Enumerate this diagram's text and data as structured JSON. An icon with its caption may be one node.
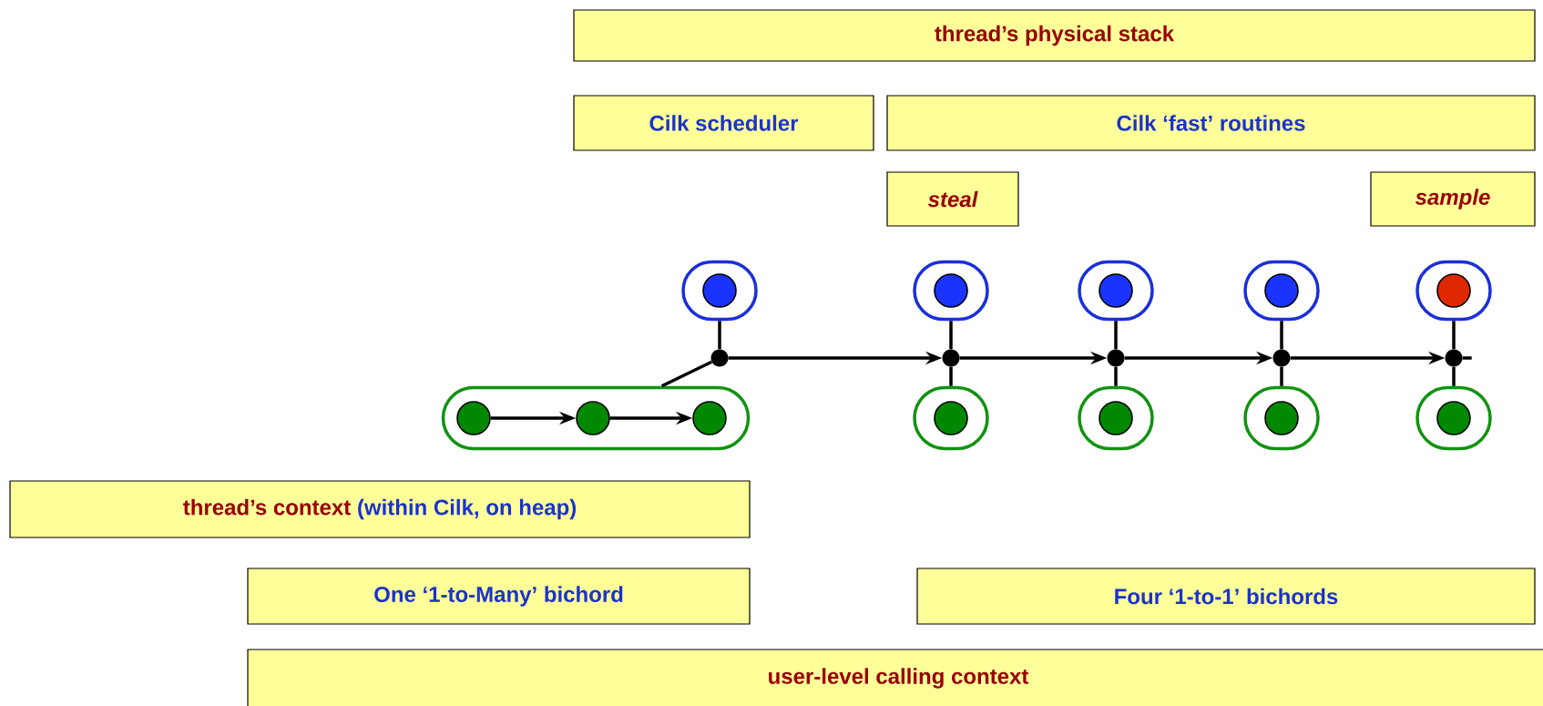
{
  "diagram": {
    "nodes": [
      {
        "text": [
          "thread’s physical stack"
        ]
      },
      {
        "text": [
          "Cilk scheduler"
        ]
      },
      {
        "text": [
          "Cilk ‘fast’ routines"
        ]
      },
      {
        "text": [
          "steal"
        ]
      },
      {
        "text": [
          "sample"
        ]
      },
      {
        "text": [],
        "shape": "box"
      },
      {
        "text": [],
        "shape": "circle",
        "in": 5
      },
      {
        "text": [],
        "shape": "box"
      },
      {
        "text": [],
        "shape": "circle",
        "in": 7
      },
      {
        "text": [],
        "shape": "box"
      },
      {
        "text": [],
        "shape": "circle",
        "in": 9
      },
      {
        "text": [],
        "shape": "box"
      },
      {
        "text": [],
        "shape": "circle",
        "in": 11
      },
      {
        "text": [],
        "shape": "box"
      },
      {
        "text": [],
        "shape": "circle",
        "in": 13
      },
      {
        "text": [],
        "shape": "circle"
      },
      {
        "text": [],
        "shape": "circle"
      },
      {
        "text": [],
        "shape": "circle"
      },
      {
        "text": [],
        "shape": "circle"
      },
      {
        "text": [],
        "shape": "circle"
      },
      {
        "text": [],
        "shape": "box"
      },
      {
        "text": [],
        "shape": "circle",
        "in": 20
      },
      {
        "text": [],
        "shape": "circle",
        "in": 20
      },
      {
        "text": [],
        "shape": "circle",
        "in": 20
      },
      {
        "text": [],
        "shape": "box"
      },
      {
        "text": [],
        "shape": "circle",
        "in": 24
      },
      {
        "text": [],
        "shape": "box"
      },
      {
        "text": [],
        "shape": "circle",
        "in": 26
      },
      {
        "text": [],
        "shape": "box"
      },
      {
        "text": [],
        "shape": "circle",
        "in": 28
      },
      {
        "text": [],
        "shape": "box"
      },
      {
        "text": [],
        "shape": "circle",
        "in": 30
      },
      {
        "text": [
          "thread’s context",
          "(within Cilk, on heap)"
        ]
      },
      {
        "text": [
          "One ‘1-to-Many’ bichord"
        ]
      },
      {
        "text": [
          "Four ‘1-to-1’ bichords"
        ]
      },
      {
        "text": [
          "user-level calling context"
        ]
      }
    ],
    "edges": [
      {
        "from": 5,
        "to": 15,
        "arrow": "none"
      },
      {
        "from": 15,
        "to": 20,
        "arrow": "none"
      },
      {
        "from": 7,
        "to": 16,
        "arrow": "none"
      },
      {
        "from": 16,
        "to": 24,
        "arrow": "none"
      },
      {
        "from": 9,
        "to": 17,
        "arrow": "none"
      },
      {
        "from": 17,
        "to": 26,
        "arrow": "none"
      },
      {
        "from": 11,
        "to": 18,
        "arrow": "none"
      },
      {
        "from": 18,
        "to": 28,
        "arrow": "none"
      },
      {
        "from": 13,
        "to": 19,
        "arrow": "none"
      },
      {
        "from": 19,
        "to": 30,
        "arrow": "none"
      },
      {
        "from": 15,
        "to": 16,
        "arrow": "to"
      },
      {
        "from": 16,
        "to": 17,
        "arrow": "to"
      },
      {
        "from": 17,
        "to": 18,
        "arrow": "to"
      },
      {
        "from": 18,
        "to": 19,
        "arrow": "to"
      },
      {
        "from": 19,
        "to": null,
        "arrow": "none"
      },
      {
        "from": 21,
        "to": 22,
        "arrow": "to"
      },
      {
        "from": 22,
        "to": 23,
        "arrow": "to"
      }
    ]
  }
}
